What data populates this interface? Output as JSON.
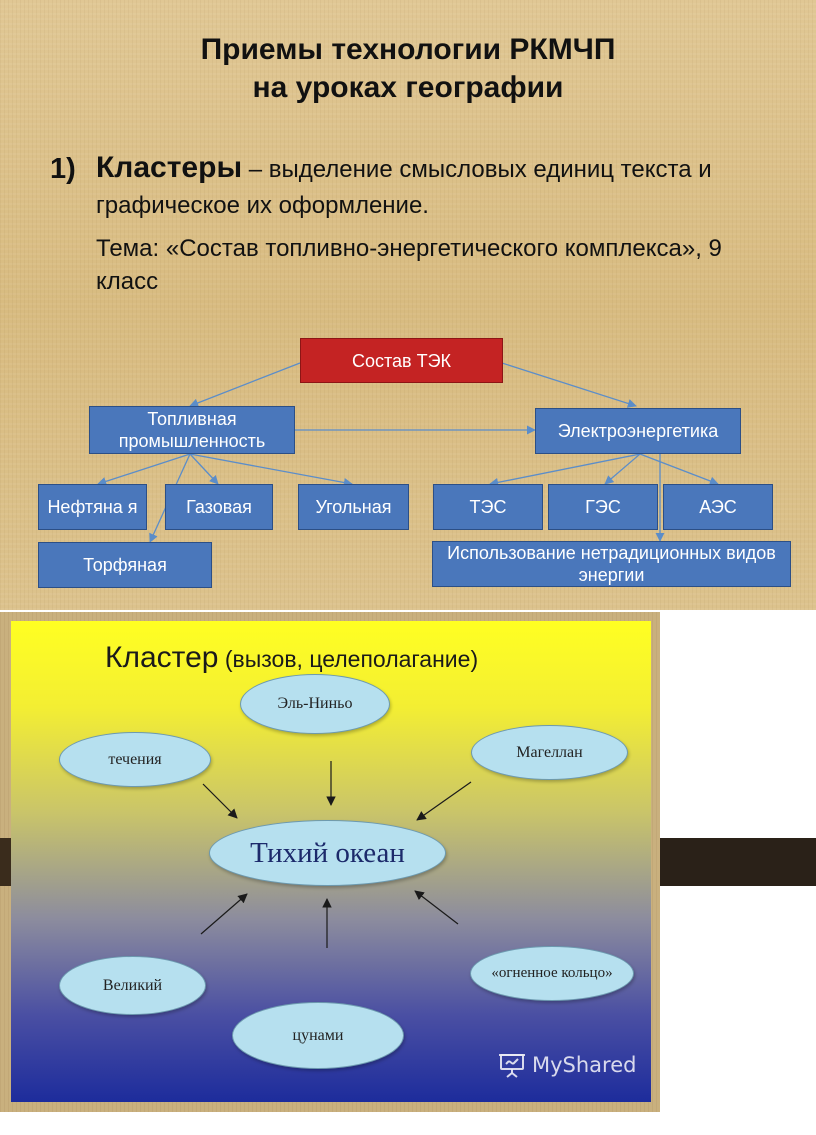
{
  "slide1": {
    "title_line1": "Приемы технологии РКМЧП",
    "title_line2": "на уроках географии",
    "item_number": "1)",
    "item_term": "Кластеры",
    "item_definition": " – выделение смысловых единиц текста и графическое их оформление.",
    "topic": "Тема: «Состав топливно-энергетического комплекса», 9 класс",
    "diagram": {
      "root": "Состав ТЭК",
      "fuel": "Топливная промышленность",
      "electro": "Электроэнергетика",
      "oil": "Нефтяна я",
      "gas": "Газовая",
      "coal": "Угольная",
      "peat": "Торфяная",
      "tes": "ТЭС",
      "ges": "ГЭС",
      "aes": "АЭС",
      "nontraditional": "Использование нетрадиционных видов энергии"
    },
    "colors": {
      "box": "#4a77bb",
      "root_box": "#c42323",
      "line": "#5b8dc9"
    }
  },
  "slide2": {
    "title": "Кластер",
    "title_paren": " (вызов, целеполагание)",
    "center": "Тихий океан",
    "nodes": {
      "elnino": "Эль-Ниньо",
      "currents": "течения",
      "magellan": "Магеллан",
      "great": "Великий",
      "tsunami": "цунами",
      "ring": "«огненное кольцо»"
    },
    "watermark": "MyShared",
    "watermark_icon": "presentation-board-icon"
  }
}
